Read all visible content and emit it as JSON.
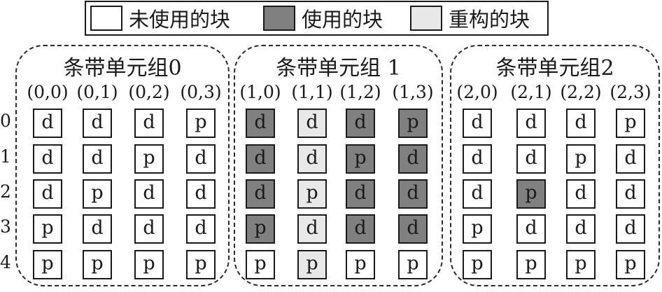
{
  "legend": [
    {
      "label": "未使用的块",
      "state": "unused"
    },
    {
      "label": "使用的块",
      "state": "used"
    },
    {
      "label": "重构的块",
      "state": "recon"
    }
  ],
  "row_labels": [
    "0",
    "1",
    "2",
    "3",
    "4"
  ],
  "colors": {
    "unused": "#ffffff",
    "used": "#808080",
    "recon": "#e8e8e8"
  },
  "groups": [
    {
      "title": "条带单元组0",
      "columns": [
        "(0,0)",
        "(0,1)",
        "(0,2)",
        "(0,3)"
      ],
      "cells": [
        [
          {
            "t": "d",
            "s": "unused"
          },
          {
            "t": "d",
            "s": "unused"
          },
          {
            "t": "d",
            "s": "unused"
          },
          {
            "t": "p",
            "s": "unused"
          }
        ],
        [
          {
            "t": "d",
            "s": "unused"
          },
          {
            "t": "d",
            "s": "unused"
          },
          {
            "t": "p",
            "s": "unused"
          },
          {
            "t": "d",
            "s": "unused"
          }
        ],
        [
          {
            "t": "d",
            "s": "unused"
          },
          {
            "t": "p",
            "s": "unused"
          },
          {
            "t": "d",
            "s": "unused"
          },
          {
            "t": "d",
            "s": "unused"
          }
        ],
        [
          {
            "t": "p",
            "s": "unused"
          },
          {
            "t": "d",
            "s": "unused"
          },
          {
            "t": "d",
            "s": "unused"
          },
          {
            "t": "d",
            "s": "unused"
          }
        ],
        [
          {
            "t": "p",
            "s": "unused"
          },
          {
            "t": "p",
            "s": "unused"
          },
          {
            "t": "p",
            "s": "unused"
          },
          {
            "t": "p",
            "s": "unused"
          }
        ]
      ]
    },
    {
      "title": "条带单元组 1",
      "columns": [
        "(1,0)",
        "(1,1)",
        "(1,2)",
        "(1,3)"
      ],
      "cells": [
        [
          {
            "t": "d",
            "s": "used"
          },
          {
            "t": "d",
            "s": "recon"
          },
          {
            "t": "d",
            "s": "used"
          },
          {
            "t": "p",
            "s": "used"
          }
        ],
        [
          {
            "t": "d",
            "s": "used"
          },
          {
            "t": "d",
            "s": "recon"
          },
          {
            "t": "p",
            "s": "used"
          },
          {
            "t": "d",
            "s": "used"
          }
        ],
        [
          {
            "t": "d",
            "s": "used"
          },
          {
            "t": "p",
            "s": "recon"
          },
          {
            "t": "d",
            "s": "used"
          },
          {
            "t": "d",
            "s": "used"
          }
        ],
        [
          {
            "t": "p",
            "s": "used"
          },
          {
            "t": "d",
            "s": "recon"
          },
          {
            "t": "d",
            "s": "used"
          },
          {
            "t": "d",
            "s": "used"
          }
        ],
        [
          {
            "t": "p",
            "s": "unused"
          },
          {
            "t": "p",
            "s": "recon"
          },
          {
            "t": "p",
            "s": "unused"
          },
          {
            "t": "p",
            "s": "unused"
          }
        ]
      ]
    },
    {
      "title": "条带单元组2",
      "columns": [
        "(2,0)",
        "(2,1)",
        "(2,2)",
        "(2,3)"
      ],
      "cells": [
        [
          {
            "t": "d",
            "s": "unused"
          },
          {
            "t": "d",
            "s": "unused"
          },
          {
            "t": "d",
            "s": "unused"
          },
          {
            "t": "p",
            "s": "unused"
          }
        ],
        [
          {
            "t": "d",
            "s": "unused"
          },
          {
            "t": "d",
            "s": "unused"
          },
          {
            "t": "p",
            "s": "unused"
          },
          {
            "t": "d",
            "s": "unused"
          }
        ],
        [
          {
            "t": "d",
            "s": "unused"
          },
          {
            "t": "p",
            "s": "used"
          },
          {
            "t": "d",
            "s": "unused"
          },
          {
            "t": "d",
            "s": "unused"
          }
        ],
        [
          {
            "t": "p",
            "s": "unused"
          },
          {
            "t": "d",
            "s": "unused"
          },
          {
            "t": "d",
            "s": "unused"
          },
          {
            "t": "d",
            "s": "unused"
          }
        ],
        [
          {
            "t": "p",
            "s": "unused"
          },
          {
            "t": "p",
            "s": "unused"
          },
          {
            "t": "p",
            "s": "unused"
          },
          {
            "t": "p",
            "s": "unused"
          }
        ]
      ]
    }
  ]
}
